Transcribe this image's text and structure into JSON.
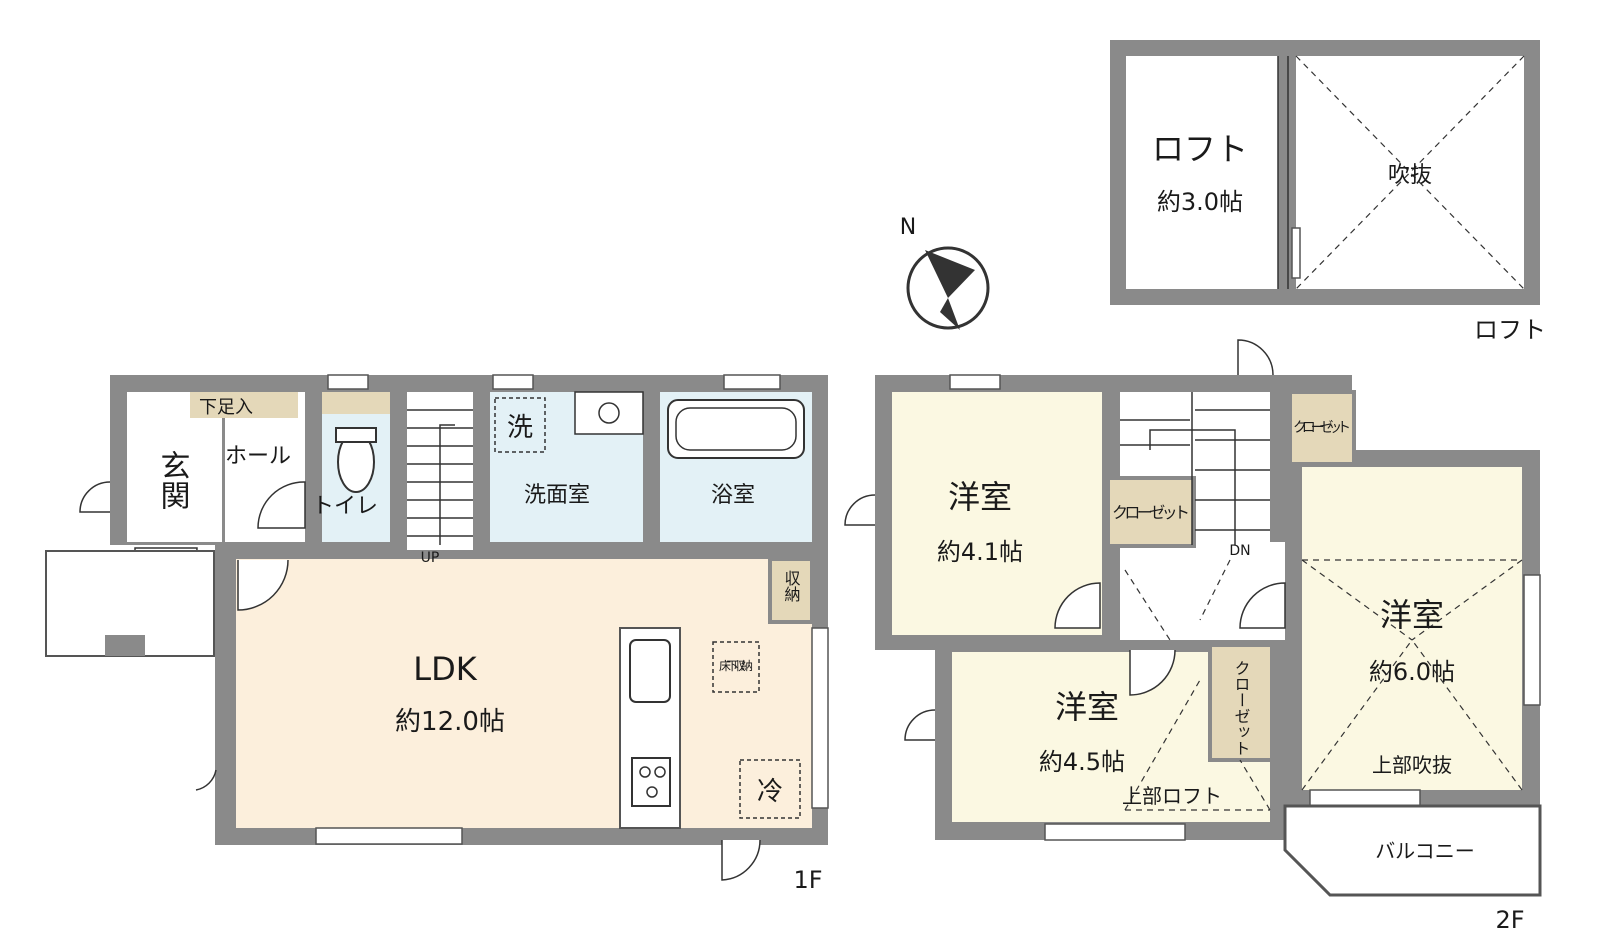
{
  "colors": {
    "wall": "#8a8a8a",
    "ldk_floor": "#fcefdc",
    "wet_floor": "#e3f1f6",
    "bedroom_floor": "#fbf8e2",
    "storage": "#e4d8b9",
    "line": "#333333"
  },
  "labels": {
    "entrance": "玄関",
    "shoe_storage": "下足入",
    "hall": "ホール",
    "toilet": "トイレ",
    "stairs_up": "UP",
    "washer": "洗",
    "washroom": "洗面室",
    "bathroom": "浴室",
    "ldk": "LDK",
    "ldk_area": "約12.0帖",
    "storage": "収納",
    "underfloor_storage": "床下収納",
    "fridge": "冷",
    "floor_1f": "1F",
    "north": "N",
    "room_a": "洋室",
    "room_a_area": "約4.1帖",
    "closet_a": "クローゼット",
    "stairs_dn": "DN",
    "closet_top": "クローゼット",
    "room_b": "洋室",
    "room_b_area": "約6.0帖",
    "upper_void": "上部吹抜",
    "room_c": "洋室",
    "room_c_area": "約4.5帖",
    "closet_c": "クローゼット",
    "upper_loft": "上部ロフト",
    "balcony": "バルコニー",
    "floor_2f": "2F",
    "loft": "ロフト",
    "loft_area": "約3.0帖",
    "void": "吹抜",
    "floor_loft": "ロフト"
  }
}
